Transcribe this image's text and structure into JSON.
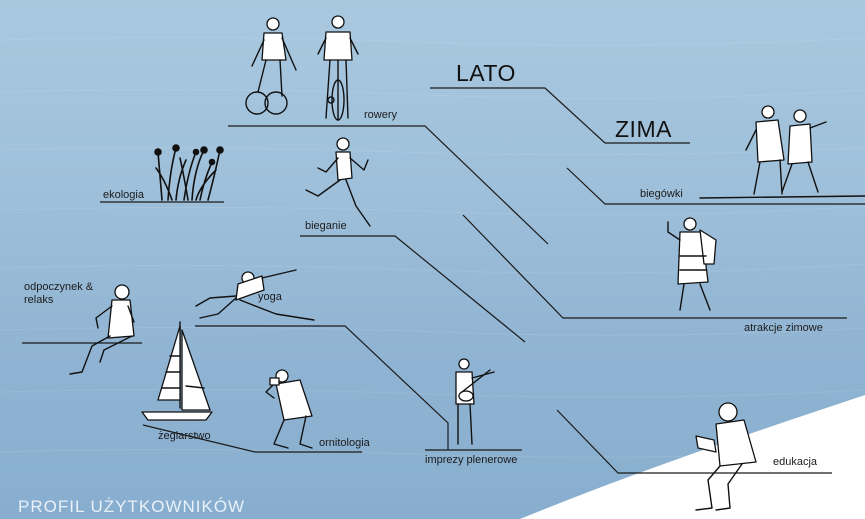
{
  "seasons": {
    "summer": "LATO",
    "winter": "ZIMA"
  },
  "activities": {
    "cycling": "rowery",
    "ecology": "ekologia",
    "running": "bieganie",
    "relax": "odpoczynek &\nrelaks",
    "yoga": "yoga",
    "sailing": "żeglarstwo",
    "birdwatching": "ornitologia",
    "outdoor_events": "imprezy plenerowe",
    "education": "edukacja",
    "cross_country_ski": "biegówki",
    "winter_attractions": "atrakcje zimowe"
  },
  "footer": "PROFIL UŻYTKOWNIKÓW",
  "colors": {
    "water": "#9fc0da",
    "ink": "#111111",
    "land": "#ffffff"
  }
}
